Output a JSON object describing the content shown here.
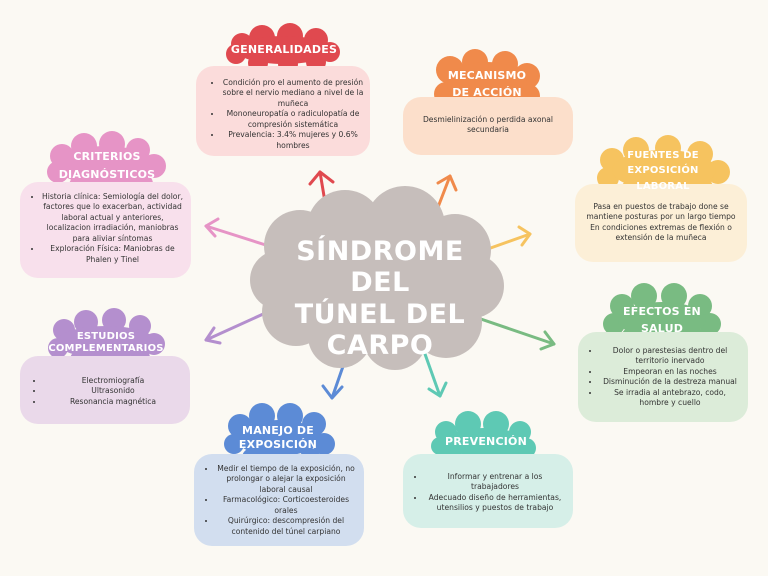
{
  "center": {
    "line1": "SÍNDROME DEL",
    "line2": "TÚNEL DEL",
    "line3": "CARPO"
  },
  "nodes": {
    "generalidades": {
      "title": "GENERALIDADES",
      "items": [
        "Condición pro el aumento de presión sobre el nervio mediano a nivel de la muñeca",
        "Mononeuropatía o radiculopatía de compresión sistemática",
        "Prevalencia: 3.4% mujeres y 0.6% hombres"
      ]
    },
    "mecanismo": {
      "title_line1": "MECANISMO",
      "title_line2": "DE ACCIÓN",
      "text": "Desmielinización o perdida axonal secundaria"
    },
    "fuentes": {
      "title_line1": "FUENTES DE",
      "title_line2": "EXPOSICIÓN LABORAL",
      "text": "Pasa en puestos de trabajo done se mantiene posturas por un largo tiempo En condiciones extremas de flexión o extensión de la muñeca"
    },
    "efectos": {
      "title_line1": "EFECTOS EN",
      "title_line2": "SALUD",
      "items": [
        "Dolor o parestesias dentro del territorio inervado",
        "Empeoran en las noches",
        "Disminución de la destreza manual",
        "Se irradia al antebrazo, codo, hombre y cuello"
      ]
    },
    "prevencion": {
      "title": "PREVENCIÓN",
      "items": [
        "Informar y entrenar a los trabajadores",
        "Adecuado diseño de herramientas, utensilios y puestos de trabajo"
      ]
    },
    "manejo": {
      "title_line1": "MANEJO DE",
      "title_line2": "EXPOSICIÓN",
      "items": [
        "Medir el tiempo de la exposición, no prolongar o alejar la exposición laboral causal",
        "Farmacológico: Corticoesteroides orales",
        "Quirúrgico: descompresión del contenido del túnel carpiano"
      ]
    },
    "estudios": {
      "title_line1": "ESTUDIOS",
      "title_line2": "COMPLEMENTARIOS",
      "items": [
        "Electromiografía",
        "Ultrasonido",
        "Resonancia magnética"
      ]
    },
    "criterios": {
      "title_line1": "CRITERIOS",
      "title_line2": "DIAGNÓSTICOS",
      "items": [
        "Historia clínica: Semiología del dolor, factores que lo exacerban, actividad laboral actual y anteriores, localizacion irradiación, maniobras para aliviar síntomas",
        "Exploración Física: Maniobras de Phalen y Tinel"
      ]
    }
  },
  "colors": {
    "background": "#fbf9f3",
    "center_cloud": "#c6bebb",
    "generalidades": "#e0494f",
    "mecanismo": "#f08a4b",
    "fuentes": "#f6c35f",
    "efectos": "#79bb82",
    "prevencion": "#5ec9b4",
    "manejo": "#5c8bd6",
    "estudios": "#b48fce",
    "criterios": "#e694c6"
  }
}
